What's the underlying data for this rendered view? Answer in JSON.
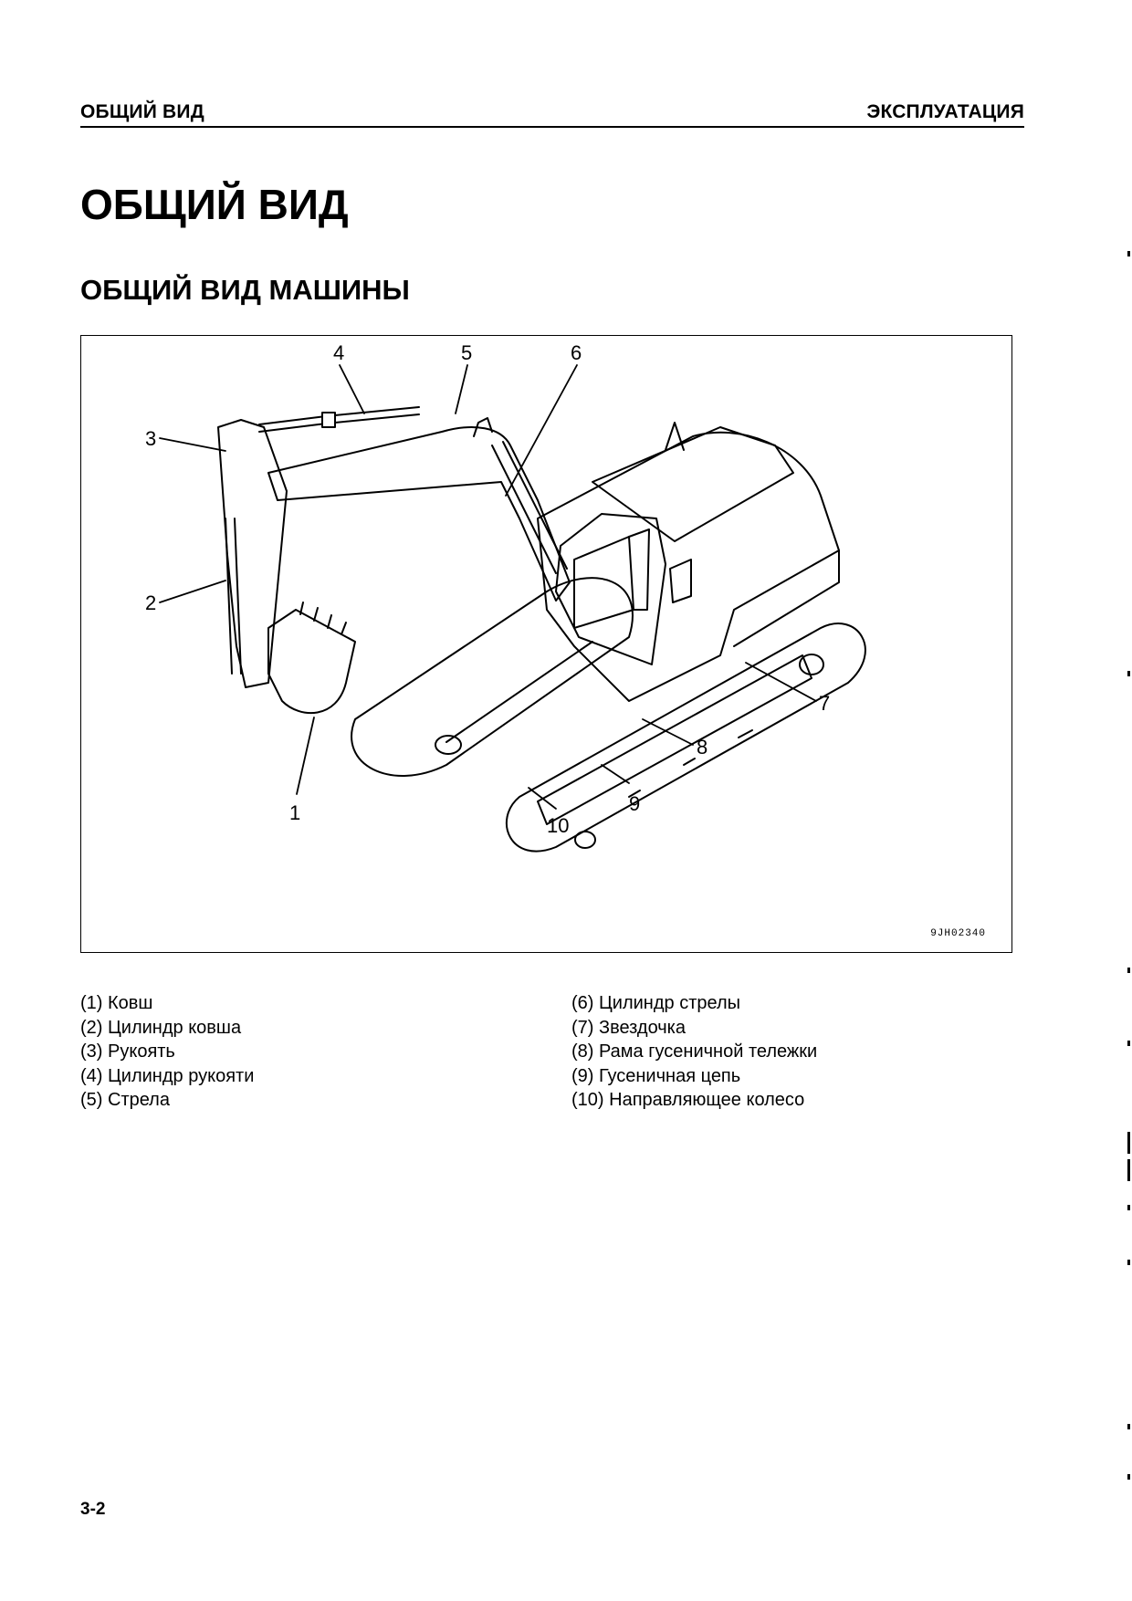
{
  "header": {
    "left": "ОБЩИЙ ВИД",
    "right": "ЭКСПЛУАТАЦИЯ"
  },
  "title": "ОБЩИЙ ВИД",
  "subtitle": "ОБЩИЙ ВИД МАШИНЫ",
  "figure": {
    "code": "9JH02340",
    "callouts": [
      "1",
      "2",
      "3",
      "4",
      "5",
      "6",
      "7",
      "8",
      "9",
      "10"
    ]
  },
  "legend": {
    "left": [
      "(1) Ковш",
      "(2) Цилиндр ковша",
      "(3) Рукоять",
      "(4) Цилиндр рукояти",
      "(5) Стрела"
    ],
    "right": [
      "(6) Цилиндр стрелы",
      "(7) Звездочка",
      "(8) Рама гусеничной тележки",
      "(9) Гусеничная цепь",
      "(10) Направляющее колесо"
    ]
  },
  "page_number": "3-2"
}
